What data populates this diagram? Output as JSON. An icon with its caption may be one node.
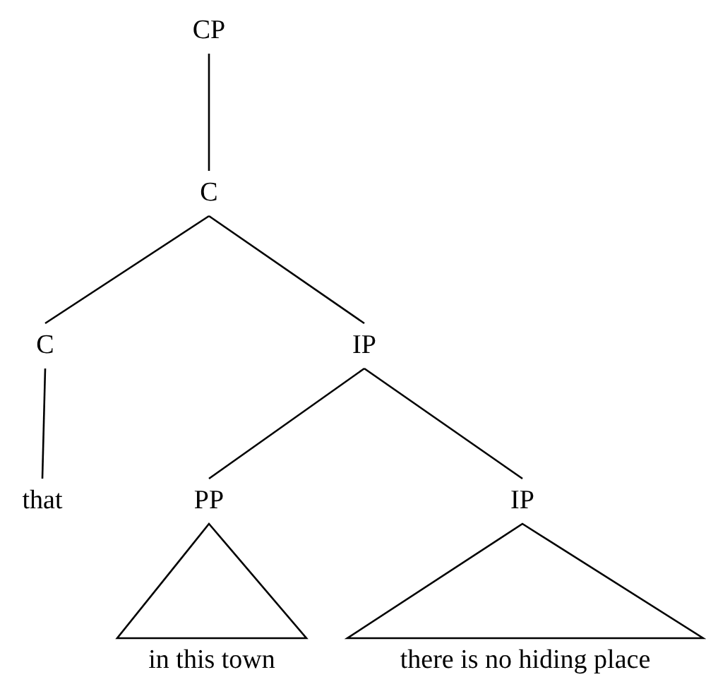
{
  "diagram": {
    "nodes": [
      {
        "text": [
          "CP"
        ]
      },
      {
        "text": [
          "C"
        ]
      },
      {
        "text": [
          "C"
        ]
      },
      {
        "text": [
          "IP"
        ]
      },
      {
        "text": [
          "that"
        ]
      },
      {
        "text": [
          "PP"
        ]
      },
      {
        "text": [
          "IP"
        ]
      },
      {
        "text": [
          "in this town"
        ]
      },
      {
        "text": [
          "there is no hiding place"
        ]
      }
    ],
    "edges": [
      {
        "from": 0,
        "to": 1,
        "arrow": "none"
      },
      {
        "from": 1,
        "to": 2,
        "arrow": "none"
      },
      {
        "from": 1,
        "to": 3,
        "arrow": "none"
      },
      {
        "from": 2,
        "to": 4,
        "arrow": "none"
      },
      {
        "from": 3,
        "to": 5,
        "arrow": "none"
      },
      {
        "from": 3,
        "to": 6,
        "arrow": "none"
      },
      {
        "from": 5,
        "to": 7,
        "arrow": "none"
      },
      {
        "from": 6,
        "to": 8,
        "arrow": "none"
      }
    ]
  }
}
